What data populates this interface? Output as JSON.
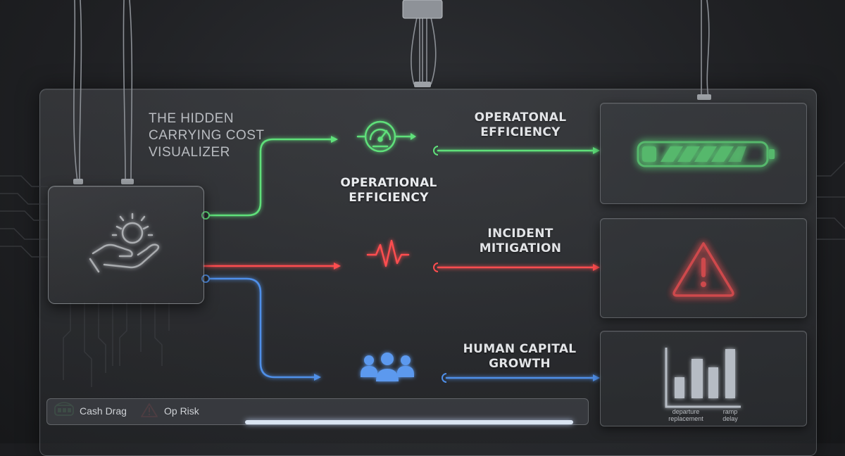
{
  "title": "THE HIDDEN CARRYING COST VISUALIZER",
  "flows": {
    "efficiency": {
      "center_label": "OPERATIONAL EFFICIENCY",
      "output_label": "OPERATONAL EFFICIENCY",
      "color": "#5fe07a",
      "icon": "speedometer-icon",
      "panel_icon": "battery-icon"
    },
    "incident": {
      "output_label": "INCIDENT MITIGATION",
      "color": "#ff4d4f",
      "icon": "heartbeat-icon",
      "panel_icon": "warning-triangle-icon"
    },
    "human_capital": {
      "output_label": "HUMAN CAPITAL GROWTH",
      "color": "#4f8fe8",
      "icon": "people-icon",
      "panel_icon": "bar-chart-icon",
      "chart_labels": [
        "departure replacement",
        "ramp delay"
      ]
    }
  },
  "source_icon": "hand-holding-sun-icon",
  "legend": {
    "items": [
      {
        "label": "Cash Drag",
        "icon": "battery-icon",
        "color": "#5fe07a"
      },
      {
        "label": "Op Risk",
        "icon": "warning-triangle-icon",
        "color": "#ff4d4f"
      }
    ]
  }
}
